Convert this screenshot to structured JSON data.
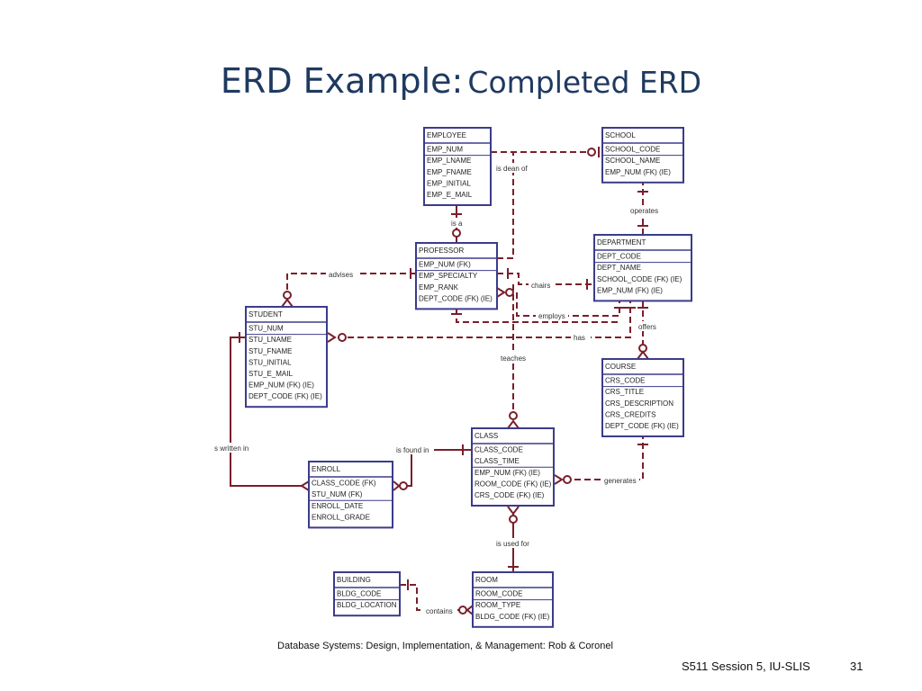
{
  "slide": {
    "title_main": "ERD Example:",
    "title_sub": "Completed ERD",
    "footer_source": "Database Systems: Design, Implementation, & Management: Rob & Coronel",
    "footer_session": "S511 Session 5, IU-SLIS",
    "page_number": "31"
  },
  "colors": {
    "entity_border": "#3b3b8c",
    "relationship_line": "#7a1f2b",
    "title": "#1f3a60"
  },
  "entities": {
    "employee": {
      "name": "EMPLOYEE",
      "attrs": [
        "EMP_NUM",
        "EMP_LNAME",
        "EMP_FNAME",
        "EMP_INITIAL",
        "EMP_E_MAIL"
      ]
    },
    "school": {
      "name": "SCHOOL",
      "attrs": [
        "SCHOOL_CODE",
        "SCHOOL_NAME",
        "EMP_NUM (FK) (IE)"
      ]
    },
    "professor": {
      "name": "PROFESSOR",
      "attrs": [
        "EMP_NUM (FK)",
        "EMP_SPECIALTY",
        "EMP_RANK",
        "DEPT_CODE (FK) (IE)"
      ]
    },
    "department": {
      "name": "DEPARTMENT",
      "attrs": [
        "DEPT_CODE",
        "DEPT_NAME",
        "SCHOOL_CODE (FK) (IE)",
        "EMP_NUM (FK) (IE)"
      ]
    },
    "student": {
      "name": "STUDENT",
      "attrs": [
        "STU_NUM",
        "STU_LNAME",
        "STU_FNAME",
        "STU_INITIAL",
        "STU_E_MAIL",
        "EMP_NUM (FK) (IE)",
        "DEPT_CODE (FK) (IE)"
      ]
    },
    "course": {
      "name": "COURSE",
      "attrs": [
        "CRS_CODE",
        "CRS_TITLE",
        "CRS_DESCRIPTION",
        "CRS_CREDITS",
        "DEPT_CODE (FK) (IE)"
      ]
    },
    "class": {
      "name": "CLASS",
      "attrs": [
        "CLASS_CODE",
        "CLASS_TIME",
        "EMP_NUM (FK) (IE)",
        "ROOM_CODE (FK) (IE)",
        "CRS_CODE (FK) (IE)"
      ]
    },
    "enroll": {
      "name": "ENROLL",
      "attrs": [
        "CLASS_CODE (FK)",
        "STU_NUM (FK)",
        "ENROLL_DATE",
        "ENROLL_GRADE"
      ]
    },
    "building": {
      "name": "BUILDING",
      "attrs": [
        "BLDG_CODE",
        "BLDG_LOCATION"
      ]
    },
    "room": {
      "name": "ROOM",
      "attrs": [
        "ROOM_CODE",
        "ROOM_TYPE",
        "BLDG_CODE (FK) (IE)"
      ]
    }
  },
  "relationships": {
    "is_dean_of": "is dean of",
    "is_a": "is a",
    "operates": "operates",
    "advises": "advises",
    "chairs": "chairs",
    "employs": "employs",
    "offers": "offers",
    "has": "has",
    "teaches": "teaches",
    "is_written_in": "s written in",
    "is_found_in": "is found in",
    "generates": "generates",
    "is_used_for": "is used for",
    "contains": "contains"
  }
}
